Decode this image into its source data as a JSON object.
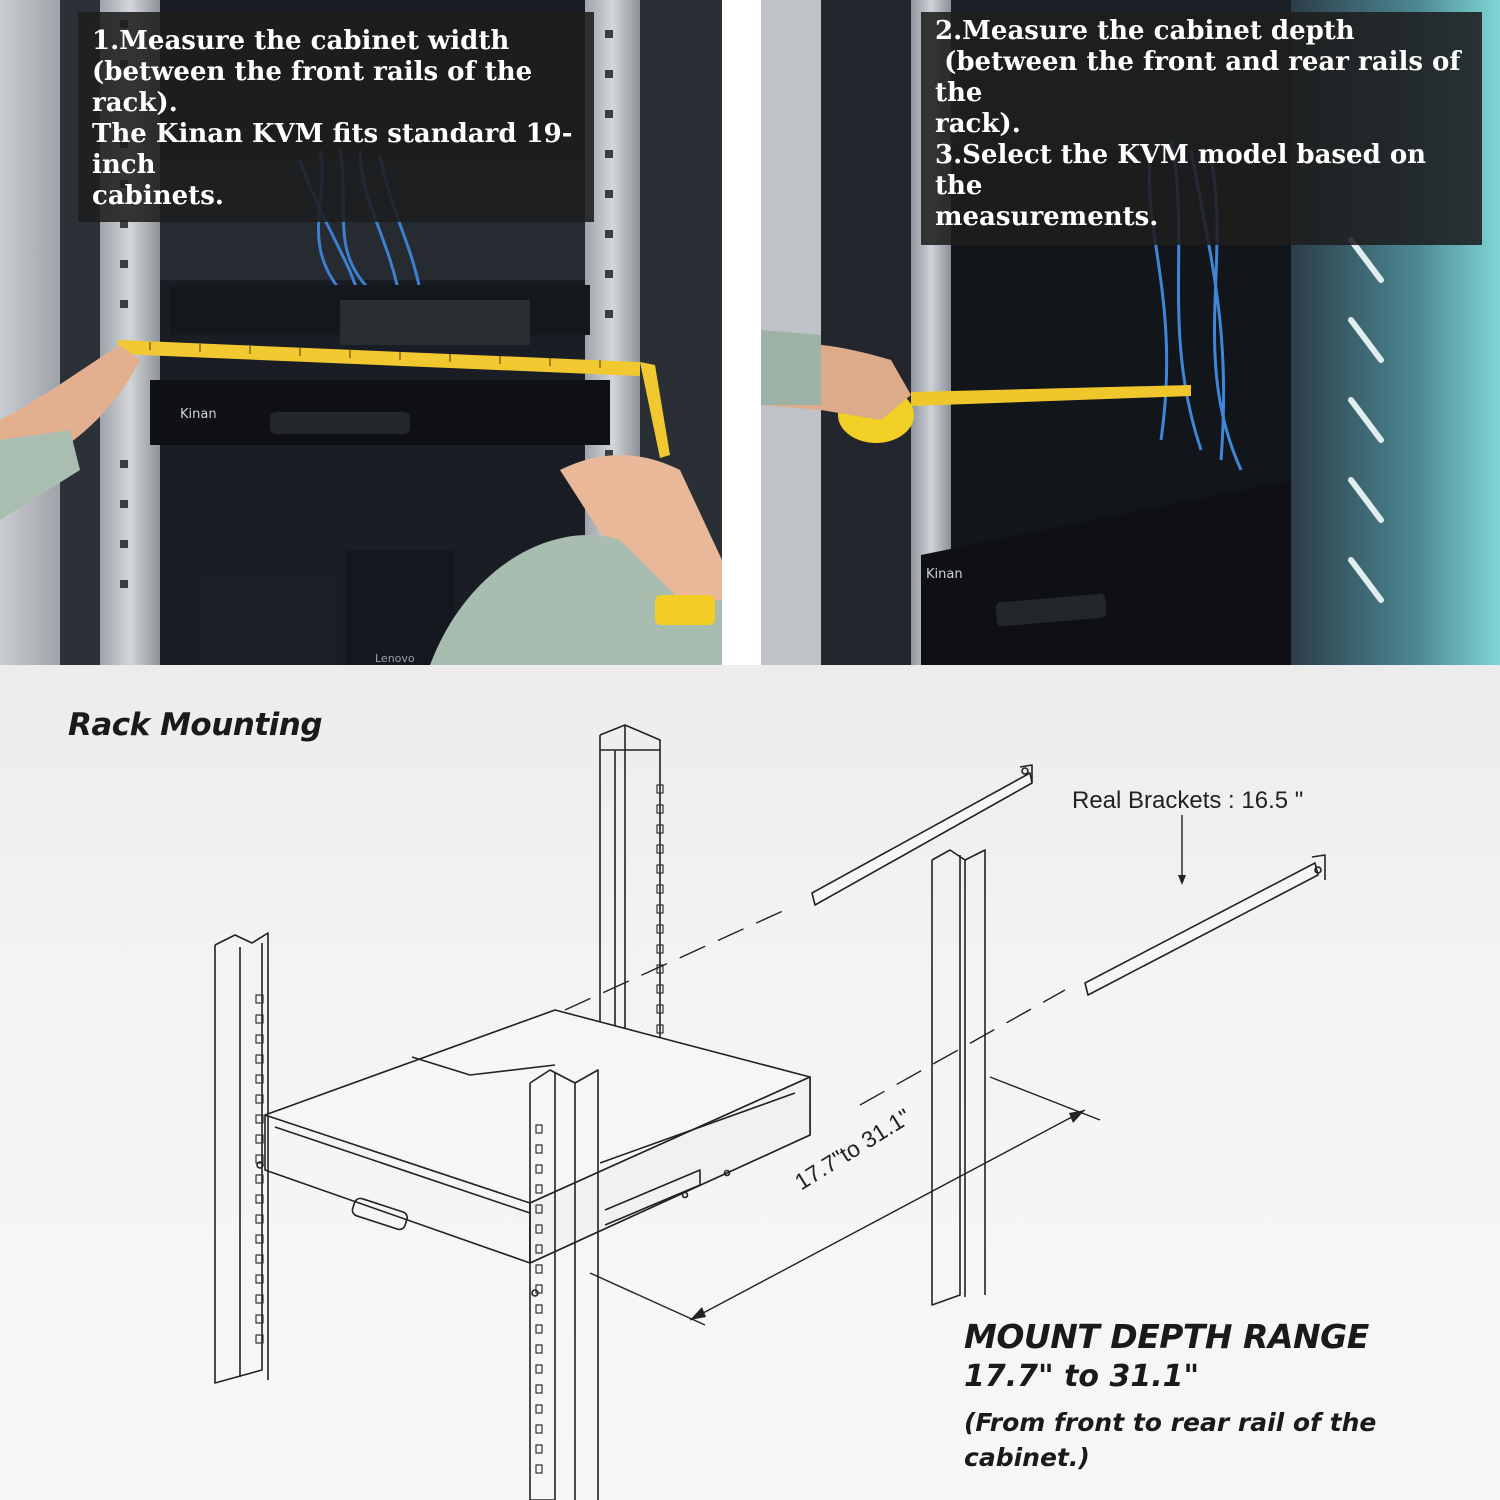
{
  "photos": {
    "left": {
      "caption_lines": [
        "1.Measure the cabinet width",
        "(between the front rails of the rack).",
        "The Kinan KVM fits standard 19-inch",
        "cabinets."
      ],
      "brand": "Kinan",
      "box_label": "Lenovo"
    },
    "right": {
      "caption_lines": [
        "2.Measure the cabinet depth",
        " (between the front and rear rails of the",
        "rack).",
        "3.Select the KVM model based on the",
        "measurements."
      ],
      "brand": "Kinan"
    }
  },
  "diagram": {
    "title": "Rack Mounting",
    "bracket_label": "Real Brackets : 16.5 \"",
    "dimension_label": "17.7\"to 31.1\"",
    "range_title": "MOUNT DEPTH RANGE",
    "range_value": "17.7\" to 31.1\"",
    "range_note": "(From front to rear rail of the cabinet.)"
  }
}
